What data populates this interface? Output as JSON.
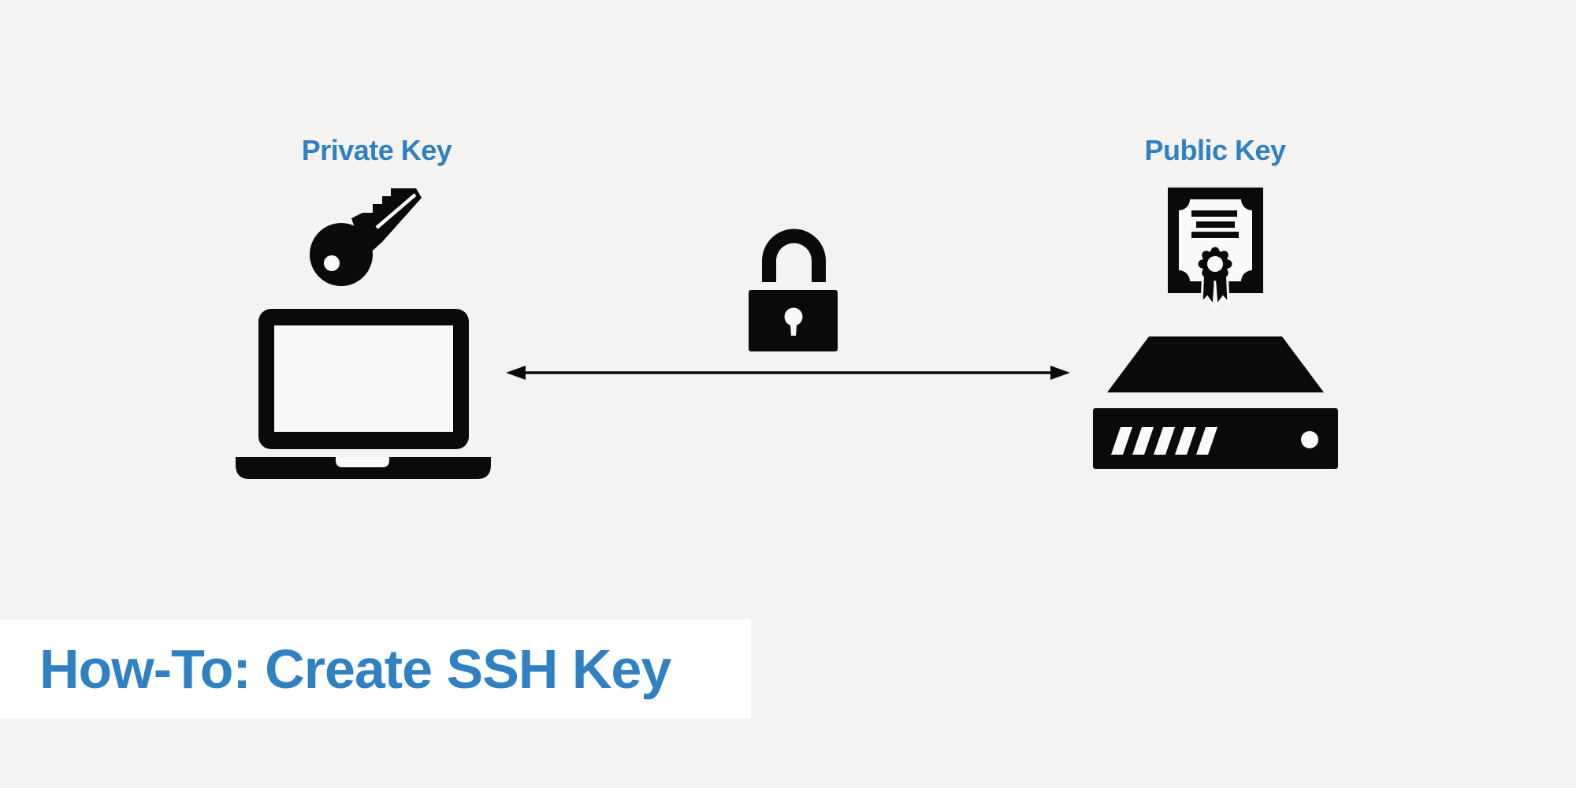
{
  "colors": {
    "background": "#f4f3f2",
    "accent_blue": "#3180C2",
    "icon_black": "#0a0a0a",
    "banner_background": "#ffffff",
    "knockout": "#fafafa"
  },
  "diagram": {
    "client": {
      "label": "Private Key",
      "icons": [
        "key-icon",
        "laptop-icon"
      ]
    },
    "connection": {
      "icons": [
        "padlock-icon",
        "double-headed-arrow-icon"
      ]
    },
    "server": {
      "label": "Public Key",
      "icons": [
        "certificate-icon",
        "server-icon"
      ]
    }
  },
  "banner": {
    "title": "How-To: Create SSH Key"
  }
}
